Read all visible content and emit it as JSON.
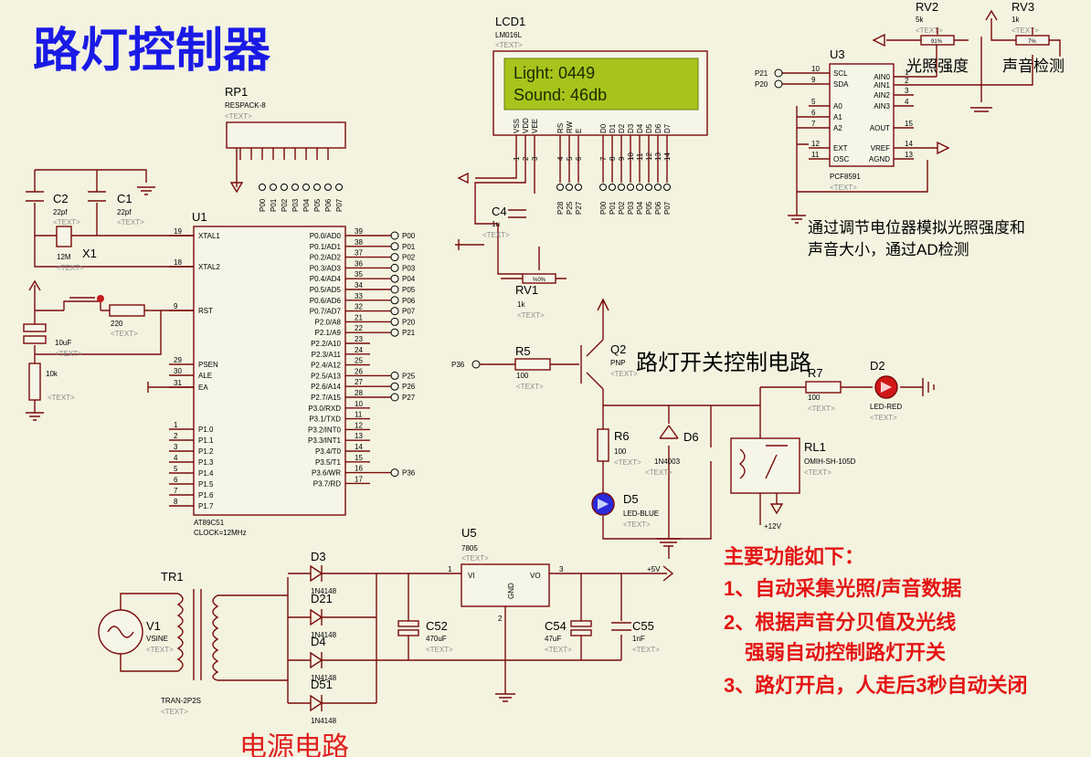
{
  "page": {
    "title": "路灯控制器",
    "text_placeholder": "<TEXT>"
  },
  "notes": {
    "power_section": "电源电路",
    "switch_section": "路灯开关控制电路",
    "ad_note_line1": "通过调节电位器模拟光照强度和",
    "ad_note_line2": "声音大小，通过AD检测",
    "features_title": "主要功能如下：",
    "feature1": "1、自动采集光照/声音数据",
    "feature2": "2、根据声音分贝值及光线",
    "feature2b": "强弱自动控制路灯开关",
    "feature3": "3、路灯开启，人走后3秒自动关闭",
    "light_label": "光照强度",
    "sound_label": "声音检测"
  },
  "lcd": {
    "ref": "LCD1",
    "part": "LM016L",
    "line1": "Light: 0449",
    "line2": "Sound: 46db",
    "pins": [
      "VSS",
      "VDD",
      "VEE",
      "RS",
      "RW",
      "E",
      "D0",
      "D1",
      "D2",
      "D3",
      "D4",
      "D5",
      "D6",
      "D7"
    ],
    "pin_numbers": [
      "1",
      "2",
      "3",
      "4",
      "5",
      "6",
      "7",
      "8",
      "9",
      "10",
      "11",
      "12",
      "13",
      "14"
    ],
    "bottom_labels": [
      "P28",
      "P25",
      "P27",
      "P00",
      "P01",
      "P02",
      "P03",
      "P04",
      "P05",
      "P06",
      "P07"
    ]
  },
  "mcu": {
    "ref": "U1",
    "part": "AT89C51",
    "clock": "CLOCK=12MHz",
    "left_pins": [
      {
        "num": "19",
        "name": "XTAL1"
      },
      {
        "num": "18",
        "name": "XTAL2"
      },
      {
        "num": "9",
        "name": "RST"
      },
      {
        "num": "29",
        "name": "PSEN"
      },
      {
        "num": "30",
        "name": "ALE"
      },
      {
        "num": "31",
        "name": "EA"
      },
      {
        "num": "1",
        "name": "P1.0"
      },
      {
        "num": "2",
        "name": "P1.1"
      },
      {
        "num": "3",
        "name": "P1.2"
      },
      {
        "num": "4",
        "name": "P1.3"
      },
      {
        "num": "5",
        "name": "P1.4"
      },
      {
        "num": "6",
        "name": "P1.5"
      },
      {
        "num": "7",
        "name": "P1.6"
      },
      {
        "num": "8",
        "name": "P1.7"
      }
    ],
    "right_pins": [
      {
        "num": "39",
        "name": "P0.0/AD0",
        "net": "P00"
      },
      {
        "num": "38",
        "name": "P0.1/AD1",
        "net": "P01"
      },
      {
        "num": "37",
        "name": "P0.2/AD2",
        "net": "P02"
      },
      {
        "num": "36",
        "name": "P0.3/AD3",
        "net": "P03"
      },
      {
        "num": "35",
        "name": "P0.4/AD4",
        "net": "P04"
      },
      {
        "num": "34",
        "name": "P0.5/AD5",
        "net": "P05"
      },
      {
        "num": "33",
        "name": "P0.6/AD6",
        "net": "P06"
      },
      {
        "num": "32",
        "name": "P0.7/AD7",
        "net": "P07"
      },
      {
        "num": "21",
        "name": "P2.0/A8",
        "net": "P20"
      },
      {
        "num": "22",
        "name": "P2.1/A9",
        "net": "P21"
      },
      {
        "num": "23",
        "name": "P2.2/A10",
        "net": ""
      },
      {
        "num": "24",
        "name": "P2.3/A11",
        "net": ""
      },
      {
        "num": "25",
        "name": "P2.4/A12",
        "net": ""
      },
      {
        "num": "26",
        "name": "P2.5/A13",
        "net": "P25"
      },
      {
        "num": "27",
        "name": "P2.6/A14",
        "net": "P26"
      },
      {
        "num": "28",
        "name": "P2.7/A15",
        "net": "P27"
      },
      {
        "num": "10",
        "name": "P3.0/RXD",
        "net": ""
      },
      {
        "num": "11",
        "name": "P3.1/TXD",
        "net": ""
      },
      {
        "num": "12",
        "name": "P3.2/INT0",
        "net": ""
      },
      {
        "num": "13",
        "name": "P3.3/INT1",
        "net": ""
      },
      {
        "num": "14",
        "name": "P3.4/T0",
        "net": ""
      },
      {
        "num": "15",
        "name": "P3.5/T1",
        "net": ""
      },
      {
        "num": "16",
        "name": "P3.6/WR",
        "net": "P36"
      },
      {
        "num": "17",
        "name": "P3.7/RD",
        "net": ""
      }
    ]
  },
  "adc": {
    "ref": "U3",
    "part": "PCF8591",
    "left_pins": [
      {
        "num": "10",
        "name": "SCL",
        "net": "P21"
      },
      {
        "num": "9",
        "name": "SDA",
        "net": "P20"
      },
      {
        "num": "5",
        "name": "A0"
      },
      {
        "num": "6",
        "name": "A1"
      },
      {
        "num": "7",
        "name": "A2"
      },
      {
        "num": "12",
        "name": "EXT"
      },
      {
        "num": "11",
        "name": "OSC"
      }
    ],
    "right_pins": [
      {
        "num": "1",
        "name": "AIN0"
      },
      {
        "num": "2",
        "name": "AIN1"
      },
      {
        "num": "3",
        "name": "AIN2"
      },
      {
        "num": "4",
        "name": "AIN3"
      },
      {
        "num": "15",
        "name": "AOUT"
      },
      {
        "num": "14",
        "name": "VREF"
      },
      {
        "num": "13",
        "name": "AGND"
      }
    ]
  },
  "rp1": {
    "ref": "RP1",
    "part": "RESPACK-8",
    "labels": [
      "P00",
      "P01",
      "P02",
      "P03",
      "P04",
      "P05",
      "P06",
      "P07"
    ]
  },
  "components": {
    "c2": {
      "ref": "C2",
      "val": "22pf"
    },
    "c1": {
      "ref": "C1",
      "val": "22pf"
    },
    "x1": {
      "ref": "X1",
      "val": "12M"
    },
    "c3": {
      "val": "10uF"
    },
    "r10k": {
      "val": "10k"
    },
    "r220": {
      "val": "220"
    },
    "c4": {
      "ref": "C4",
      "val": "1u"
    },
    "rv1": {
      "ref": "RV1",
      "val": "1k",
      "pct": "%0%"
    },
    "rv2": {
      "ref": "RV2",
      "val": "5k",
      "pct": "91%"
    },
    "rv3": {
      "ref": "RV3",
      "val": "1k",
      "pct": "7%"
    },
    "q2": {
      "ref": "Q2",
      "val": "PNP"
    },
    "r5": {
      "ref": "R5",
      "val": "100",
      "net": "P36"
    },
    "r6": {
      "ref": "R6",
      "val": "100"
    },
    "r7": {
      "ref": "R7",
      "val": "100"
    },
    "d5": {
      "ref": "D5",
      "val": "LED-BLUE"
    },
    "d6": {
      "ref": "D6",
      "val": "1N4003"
    },
    "d2": {
      "ref": "D2",
      "val": "LED-RED"
    },
    "rl1": {
      "ref": "RL1",
      "val": "OMIH-SH-105D",
      "supply": "+12V"
    },
    "u5": {
      "ref": "U5",
      "val": "7805",
      "vi": "VI",
      "vo": "VO",
      "gnd": "GND",
      "p1": "1",
      "p2": "2",
      "p3": "3"
    },
    "tr1": {
      "ref": "TR1",
      "val": "TRAN-2P2S"
    },
    "v1": {
      "ref": "V1",
      "val": "VSINE"
    },
    "d3": {
      "ref": "D3",
      "val": "1N4148"
    },
    "d21": {
      "ref": "D21",
      "val": "1N4148"
    },
    "d4": {
      "ref": "D4",
      "val": "1N4148"
    },
    "d51": {
      "ref": "D51",
      "val": "1N4148"
    },
    "c52": {
      "ref": "C52",
      "val": "470uF"
    },
    "c54": {
      "ref": "C54",
      "val": "47uF"
    },
    "c55": {
      "ref": "C55",
      "val": "1nF"
    },
    "vcc": {
      "val": "+5V"
    }
  }
}
